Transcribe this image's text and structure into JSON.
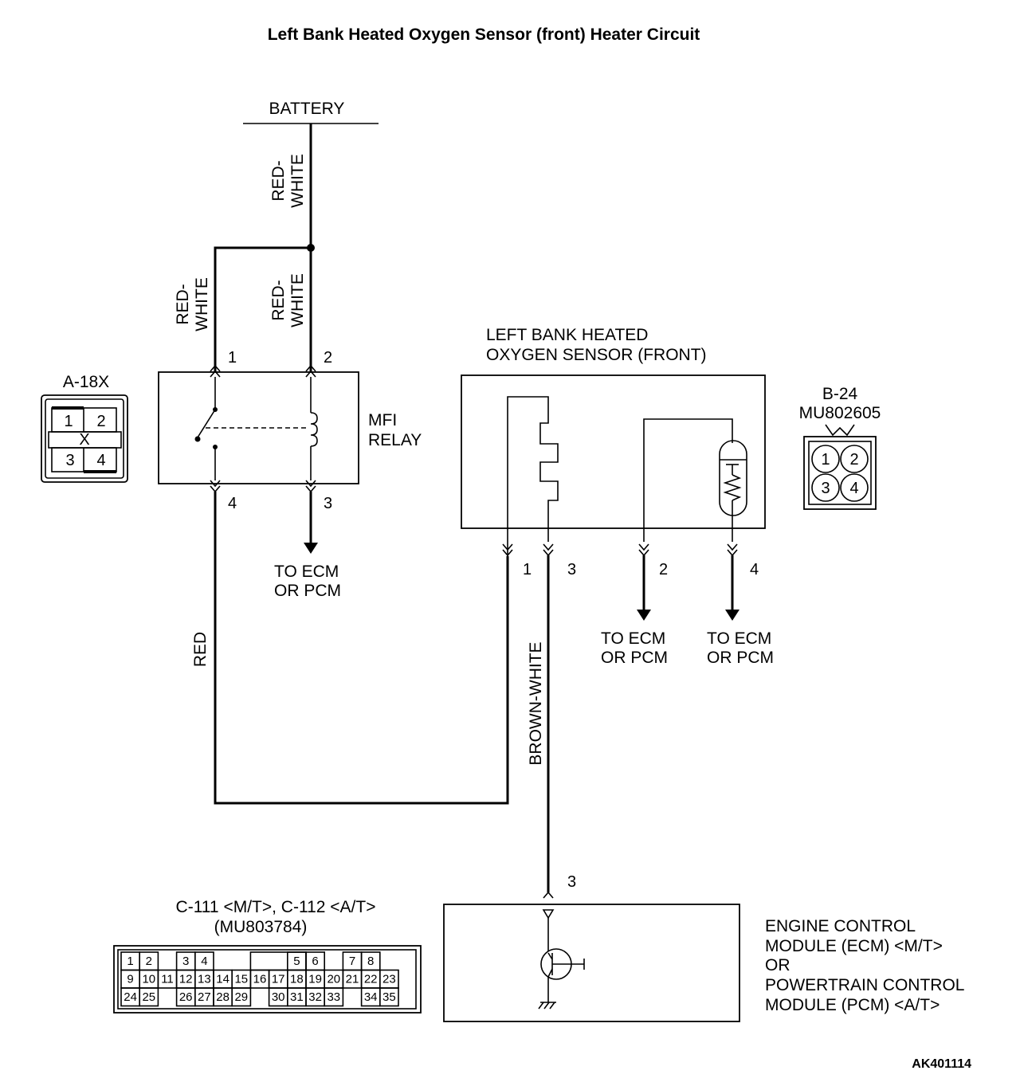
{
  "title": "Left Bank Heated Oxygen Sensor (front) Heater Circuit",
  "figure_id": "AK401114",
  "battery_label": "BATTERY",
  "wires": {
    "battery_feed": [
      "RED-",
      "WHITE"
    ],
    "relay_pin1": [
      "RED-",
      "WHITE"
    ],
    "relay_pin2": [
      "RED-",
      "WHITE"
    ],
    "red": "RED",
    "brown_white": "BROWN-WHITE"
  },
  "relay": {
    "name_lines": [
      "MFI",
      "RELAY"
    ],
    "pins": [
      "1",
      "2",
      "4",
      "3"
    ],
    "connector": {
      "id": "A-18X",
      "pins": [
        "1",
        "2",
        "3",
        "4"
      ],
      "mark": "X"
    },
    "output_label": [
      "TO ECM",
      "OR PCM"
    ]
  },
  "sensor": {
    "name_lines": [
      "LEFT BANK HEATED",
      "OXYGEN SENSOR (FRONT)"
    ],
    "pins": [
      "1",
      "3",
      "2",
      "4"
    ],
    "connector": {
      "id": "B-24",
      "part": "MU802605",
      "pins": [
        "1",
        "2",
        "3",
        "4"
      ]
    },
    "outputs": [
      [
        "TO ECM",
        "OR PCM"
      ],
      [
        "TO ECM",
        "OR PCM"
      ]
    ]
  },
  "ecm": {
    "pin": "3",
    "name_lines": [
      "ENGINE CONTROL",
      "MODULE (ECM) <M/T>",
      "OR",
      "POWERTRAIN CONTROL",
      "MODULE (PCM) <A/T>"
    ],
    "connector_title": [
      "C-111 <M/T>, C-112 <A/T>",
      "(MU803784)"
    ],
    "connector_rows": [
      [
        "1",
        "2",
        "",
        "3",
        "4",
        "",
        "",
        "",
        "",
        "5",
        "6",
        "",
        "7",
        "8"
      ],
      [
        "9",
        "10",
        "11",
        "12",
        "13",
        "14",
        "15",
        "16",
        "17",
        "18",
        "19",
        "20",
        "21",
        "22",
        "23"
      ],
      [
        "24",
        "25",
        "",
        "26",
        "27",
        "28",
        "29",
        "",
        "30",
        "31",
        "32",
        "33",
        "",
        "34",
        "35"
      ]
    ]
  }
}
